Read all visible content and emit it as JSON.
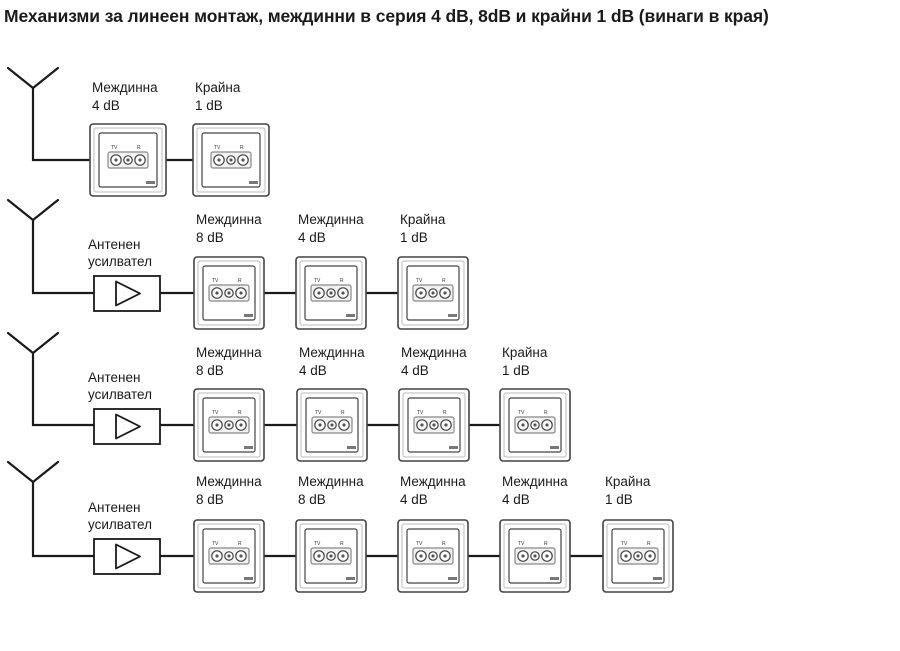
{
  "title": "Механизми за линеен монтаж, междинни в серия 4 dB, 8dB и крайни 1 dB (винаги в края)",
  "socket_marks": {
    "tv": "TV",
    "r": "R"
  },
  "colors": {
    "line": "#1a1a1a",
    "frame": "#444444",
    "plate": "#ffffff",
    "insert": "#888888"
  },
  "rows": [
    {
      "amplifier": null,
      "sockets": [
        {
          "line1": "Междинна",
          "line2": "4 dB"
        },
        {
          "line1": "Крайна",
          "line2": "1 dB"
        }
      ]
    },
    {
      "amplifier": {
        "line1": "Антенен",
        "line2": "усилвател"
      },
      "sockets": [
        {
          "line1": "Междинна",
          "line2": "8 dB"
        },
        {
          "line1": "Междинна",
          "line2": "4 dB"
        },
        {
          "line1": "Крайна",
          "line2": "1 dB"
        }
      ]
    },
    {
      "amplifier": {
        "line1": "Антенен",
        "line2": "усилвател"
      },
      "sockets": [
        {
          "line1": "Междинна",
          "line2": "8 dB"
        },
        {
          "line1": "Междинна",
          "line2": "4 dB"
        },
        {
          "line1": "Междинна",
          "line2": "4 dB"
        },
        {
          "line1": "Крайна",
          "line2": "1 dB"
        }
      ]
    },
    {
      "amplifier": {
        "line1": "Антенен",
        "line2": "усилвател"
      },
      "sockets": [
        {
          "line1": "Междинна",
          "line2": "8 dB"
        },
        {
          "line1": "Междинна",
          "line2": "8 dB"
        },
        {
          "line1": "Междинна",
          "line2": "4 dB"
        },
        {
          "line1": "Междинна",
          "line2": "4 dB"
        },
        {
          "line1": "Крайна",
          "line2": "1 dB"
        }
      ]
    }
  ]
}
